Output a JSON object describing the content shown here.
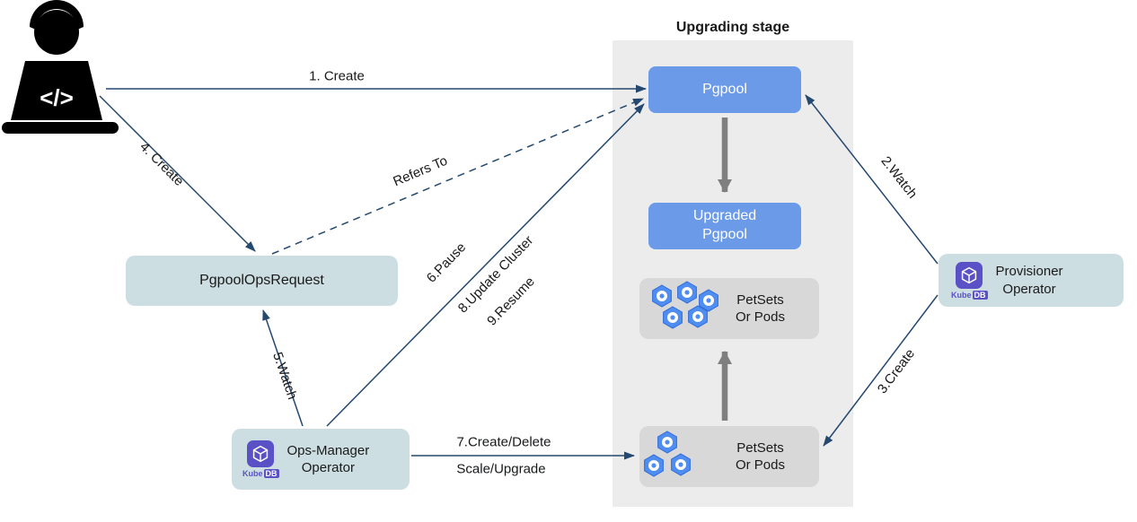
{
  "stage": {
    "title": "Upgrading stage"
  },
  "nodes": {
    "pgpool": {
      "label": "Pgpool"
    },
    "upgraded_pgpool": {
      "line1": "Upgraded",
      "line2": "Pgpool"
    },
    "petsets_mid": {
      "line1": "PetSets",
      "line2": "Or Pods"
    },
    "petsets_bottom": {
      "line1": "PetSets",
      "line2": "Or Pods"
    },
    "ops_request": {
      "label": "PgpoolOpsRequest"
    },
    "ops_manager": {
      "line1": "Ops-Manager",
      "line2": "Operator"
    },
    "provisioner": {
      "line1": "Provisioner",
      "line2": "Operator"
    }
  },
  "logo": {
    "kube": "Kube",
    "db": "DB"
  },
  "edges": {
    "create1": {
      "label": "1. Create"
    },
    "watch2": {
      "label": "2.Watch"
    },
    "create3": {
      "label": "3.Create"
    },
    "create4": {
      "label": "4. Create"
    },
    "watch5": {
      "label": "5.Watch"
    },
    "pause6": {
      "label": "6.Pause"
    },
    "create_delete7": {
      "label": "7.Create/Delete"
    },
    "scale_upgrade7": {
      "label": "Scale/Upgrade"
    },
    "update8": {
      "label": "8.Update Cluster"
    },
    "resume9": {
      "label": "9.Resume"
    },
    "refers": {
      "label": "Refers To"
    }
  },
  "colors": {
    "node_blue": "#6b9ae8",
    "node_teal": "#cddee2",
    "node_gray": "#d8d8d8",
    "stage_bg": "#ececec",
    "arrow_navy": "#24486f",
    "arrow_gray": "#7f7f7f",
    "hex_blue": "#4f8df0",
    "kubedb_purple": "#5b51c7"
  }
}
